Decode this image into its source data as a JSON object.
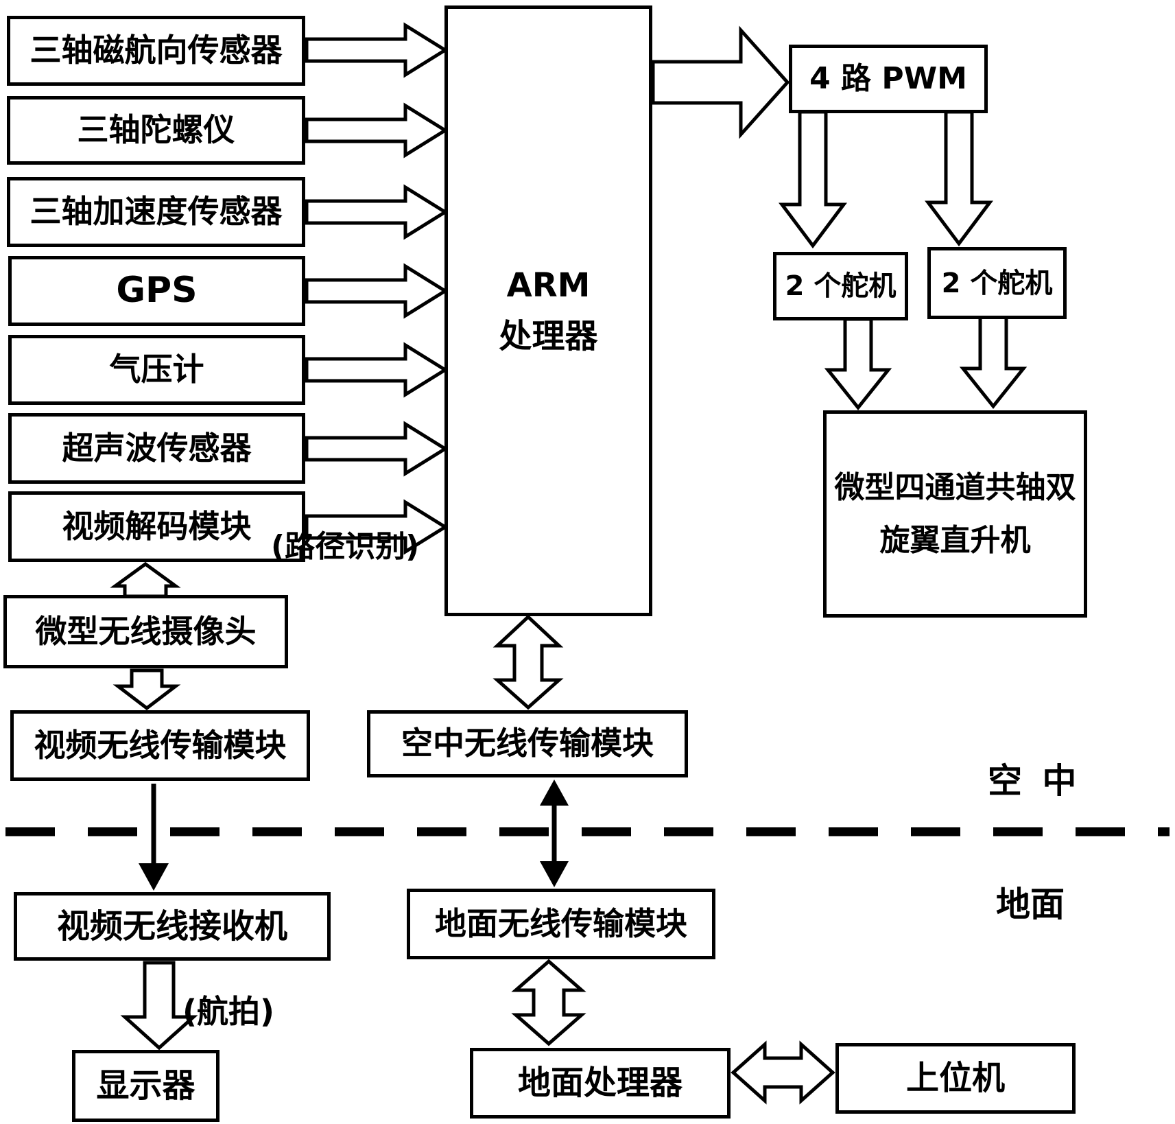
{
  "figure": {
    "type": "block-diagram",
    "ink_color": "#000000",
    "paper_color": "#ffffff",
    "nodes": {
      "sensor_mag": "三轴磁航向传感器",
      "sensor_gyro": "三轴陀螺仪",
      "sensor_accel": "三轴加速度传感器",
      "sensor_gps": "GPS",
      "sensor_baro": "气压计",
      "sensor_ultrasonic": "超声波传感器",
      "video_decoder": "视频解码模块",
      "wireless_camera": "微型无线摄像头",
      "video_tx": "视频无线传输模块",
      "arm_line1": "ARM",
      "arm_line2": "处理器",
      "pwm": "4 路 PWM",
      "servo_left": "2 个舵机",
      "servo_right": "2 个舵机",
      "helicopter_line1": "微型四通道共轴双",
      "helicopter_line2": "旋翼直升机",
      "air_tx": "空中无线传输模块",
      "video_rx": "视频无线接收机",
      "ground_tx": "地面无线传输模块",
      "display": "显示器",
      "ground_cpu": "地面处理器",
      "host_pc": "上位机"
    },
    "labels": {
      "path_recognition": "(路径识别)",
      "aerial_photography": "(航拍)",
      "airborne": "空 中",
      "ground": "地面"
    }
  }
}
